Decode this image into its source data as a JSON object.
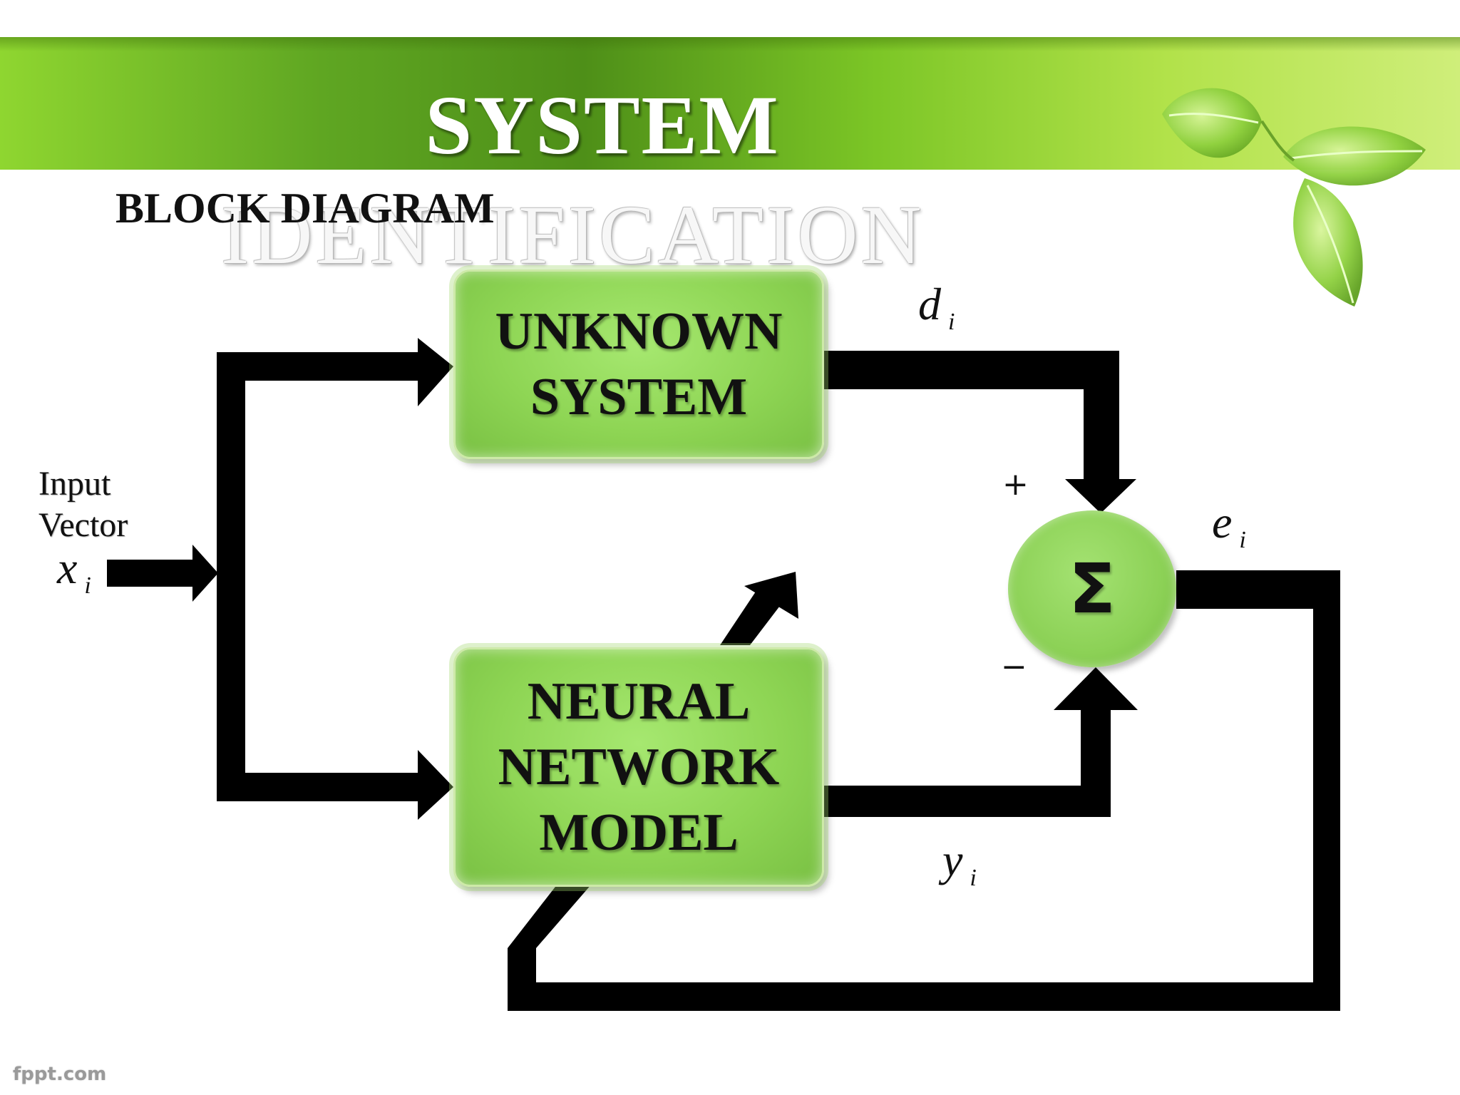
{
  "slide": {
    "title_line1": "SYSTEM",
    "title_line2": "IDENTIFICATION",
    "subtitle": "BLOCK DIAGRAM"
  },
  "diagram": {
    "input_label": "Input\nVector",
    "input_var": "x",
    "input_sub": "i",
    "unknown_system": "UNKNOWN\nSYSTEM",
    "neural_network": "NEURAL\nNETWORK\nMODEL",
    "summer_symbol": "Σ",
    "desired_var": "d",
    "desired_sub": "i",
    "output_var": "y",
    "output_sub": "i",
    "error_var": "e",
    "error_sub": "i",
    "plus_sign": "+",
    "minus_sign": "−"
  },
  "footer": {
    "watermark": "fppt.com"
  },
  "colors": {
    "banner_dark": "#4e8f18",
    "banner_light": "#cfee7a",
    "box_green": "#8ed554",
    "arrow": "#000000"
  }
}
